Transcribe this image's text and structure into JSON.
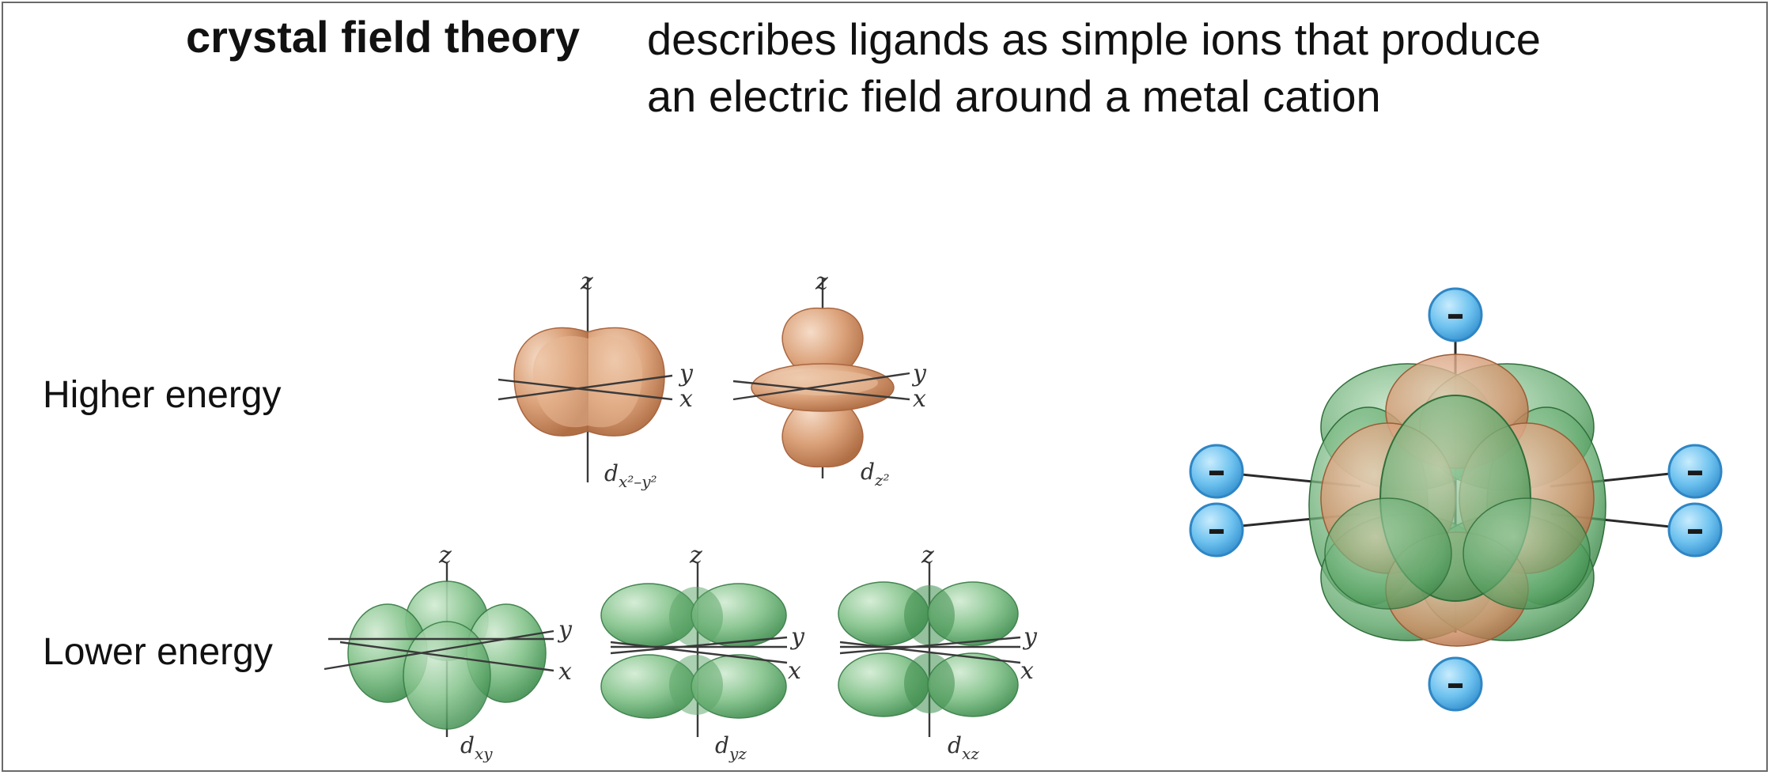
{
  "title": {
    "term": "crystal field theory",
    "description_line1": "describes ligands as simple ions that produce",
    "description_line2": "an electric field around a metal cation"
  },
  "levels": {
    "higher": "Higher energy",
    "lower": "Lower energy"
  },
  "axis_labels": {
    "x": "x",
    "y": "y",
    "z": "z"
  },
  "orbitals": {
    "dx2y2": {
      "base": "d",
      "sub": "x²–y²"
    },
    "dz2": {
      "base": "d",
      "sub": "z²"
    },
    "dxy": {
      "base": "d",
      "sub": "xy"
    },
    "dyz": {
      "base": "d",
      "sub": "yz"
    },
    "dxz": {
      "base": "d",
      "sub": "xz"
    }
  },
  "ligand_charge": "–",
  "colors": {
    "eg_orbital": "#d9a27c",
    "t2g_orbital": "#7fbf86",
    "ligand": "#6ec2ef",
    "ligand_edge": "#2f86c4"
  }
}
